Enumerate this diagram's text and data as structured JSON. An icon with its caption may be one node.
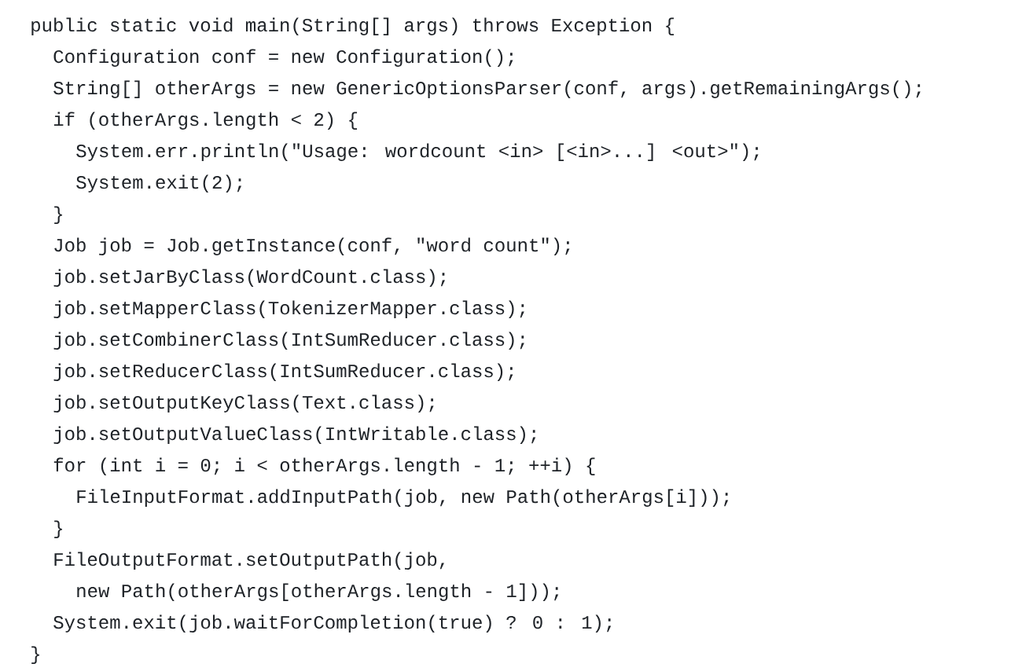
{
  "diagram": {
    "labels": [
      "public static void main(String[] args) throws Exception {",
      "Configuration conf = new Configuration();",
      "String[] otherArgs = new GenericOptionsParser(conf, args).getRemainingArgs();",
      "if (otherArgs.length < 2) {",
      "System.err.println(\"Usage: wordcount <in> [<in>...] <out>\");",
      "System.exit(2);",
      "}",
      "Job job = Job.getInstance(conf, \"word count\");",
      "job.setJarByClass(WordCount.class);",
      "job.setMapperClass(TokenizerMapper.class);",
      "job.setCombinerClass(IntSumReducer.class);",
      "job.setReducerClass(IntSumReducer.class);",
      "job.setOutputKeyClass(Text.class);",
      "job.setOutputValueClass(IntWritable.class);",
      "for (int i = 0; i < otherArgs.length - 1; ++i) {",
      "FileInputFormat.addInputPath(job, new Path(otherArgs[i]));",
      "}",
      "FileOutputFormat.setOutputPath(job,",
      "new Path(otherArgs[otherArgs.length - 1]));",
      "System.exit(job.waitForCompletion(true) ? 0 : 1);",
      "}"
    ]
  }
}
